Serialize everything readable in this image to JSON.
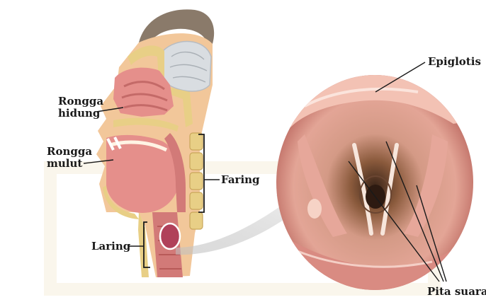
{
  "labels": {
    "rongga_hidung_line1": "Rongga",
    "rongga_hidung_line2": "hidung",
    "rongga_mulut_line1": "Rongga",
    "rongga_mulut_line2": "mulut",
    "laring": "Laring",
    "faring": "Faring",
    "epiglotis": "Epiglotis",
    "pita_suara": "Pita suara"
  },
  "colors": {
    "skin": "#f2c79a",
    "bone": "#e8cf86",
    "tissue_pink": "#e58f8b",
    "brain": "#d9dde1",
    "throat_red": "#c9595b",
    "leader_line": "#1a1a1a",
    "arrow": "#c9c9c9"
  }
}
